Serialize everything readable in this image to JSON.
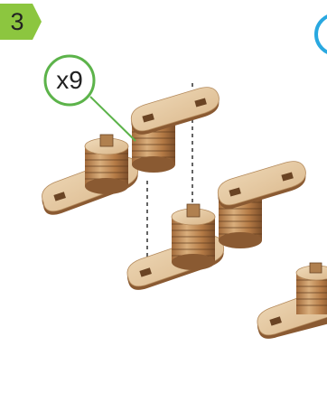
{
  "step": {
    "number": "3",
    "badge_color": "#8cc63f"
  },
  "callout": {
    "quantity": "x9",
    "ring_color": "#5cb34a"
  },
  "corner_icon": {
    "name": "info-circle-icon",
    "color": "#29a8e0"
  },
  "part": {
    "name": "wooden-link-part",
    "wood_light": "#e4c69e",
    "wood_dark": "#8a5a32"
  }
}
